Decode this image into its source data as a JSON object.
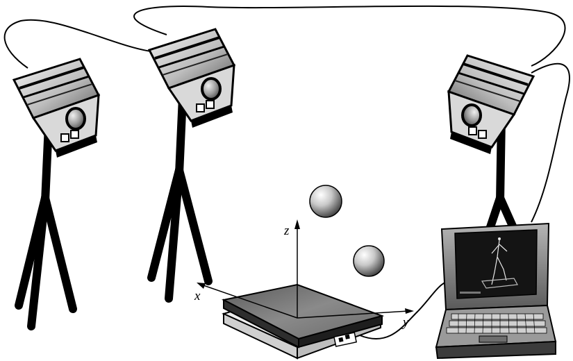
{
  "axes": {
    "x_label": "x",
    "y_label": "y",
    "z_label": "z"
  },
  "colors": {
    "stroke": "#000000",
    "camera_body_light": "#e6e6e6",
    "camera_body_dark": "#6e6e6e",
    "force_plate_top": "#7a7a7a",
    "marker_light": "#f2f2f2",
    "marker_dark": "#4a4a4a",
    "laptop_body": "#8c8c8c",
    "laptop_screen": "#1a1a1a"
  },
  "icons": [
    "camera-icon",
    "tripod-icon",
    "force-plate-icon",
    "marker-ball-icon",
    "laptop-icon",
    "cable-icon"
  ]
}
